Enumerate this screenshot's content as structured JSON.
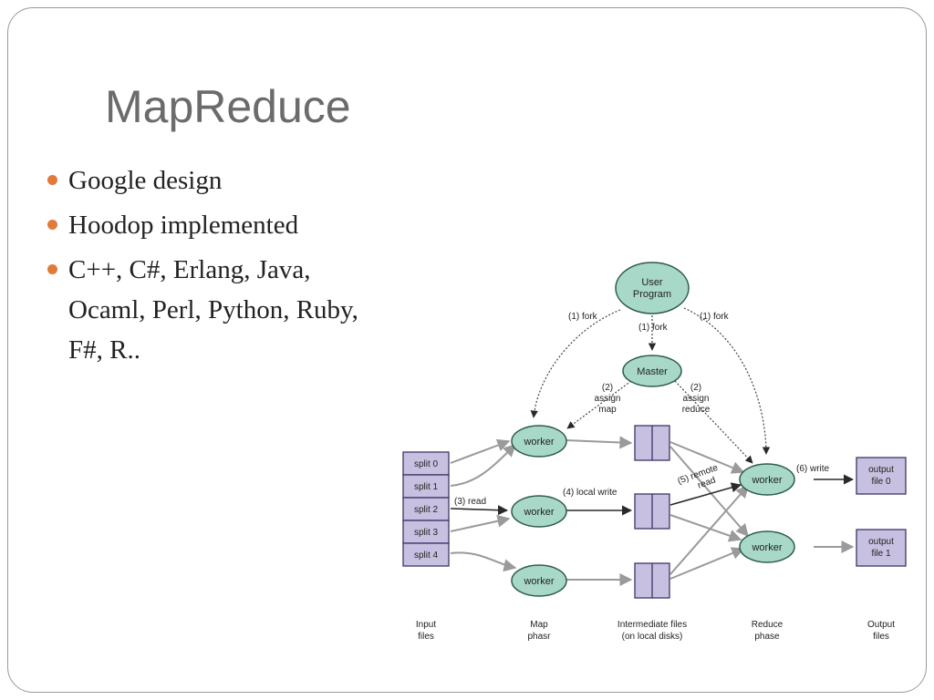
{
  "slide": {
    "title": "MapReduce",
    "bullets": [
      "Google design",
      "Hoodop implemented",
      "C++, C#, Erlang, Java, Ocaml, Perl, Python, Ruby, F#, R.."
    ],
    "bullet_color": "#e07b3c"
  },
  "diagram": {
    "user_program": [
      "User",
      "Program"
    ],
    "master": "Master",
    "worker_label": "worker",
    "splits": [
      "split 0",
      "split 1",
      "split 2",
      "split 3",
      "split 4"
    ],
    "outputs": [
      [
        "output",
        "file 0"
      ],
      [
        "output",
        "file 1"
      ]
    ],
    "edge_labels": {
      "fork_left": "(1) fork",
      "fork_mid": "(1) fork",
      "fork_right": "(1) fork",
      "assign_map": [
        "(2)",
        "assign",
        "map"
      ],
      "assign_reduce": [
        "(2)",
        "assign",
        "reduce"
      ],
      "read": "(3) read",
      "local_write": "(4) local write",
      "remote_read": [
        "(5) remote",
        "read"
      ],
      "write": "(6) write"
    },
    "phases": [
      [
        "Input",
        "files"
      ],
      [
        "Map",
        "phasr"
      ],
      [
        "Intermediate files",
        "(on local disks)"
      ],
      [
        "Reduce",
        "phase"
      ],
      [
        "Output",
        "files"
      ]
    ],
    "colors": {
      "node_fill": "#a8d8c8",
      "node_stroke": "#2e5a4e",
      "box_fill": "#c8c0e0",
      "box_stroke": "#3d3566",
      "arrow_gray": "#9a9a9a"
    }
  }
}
